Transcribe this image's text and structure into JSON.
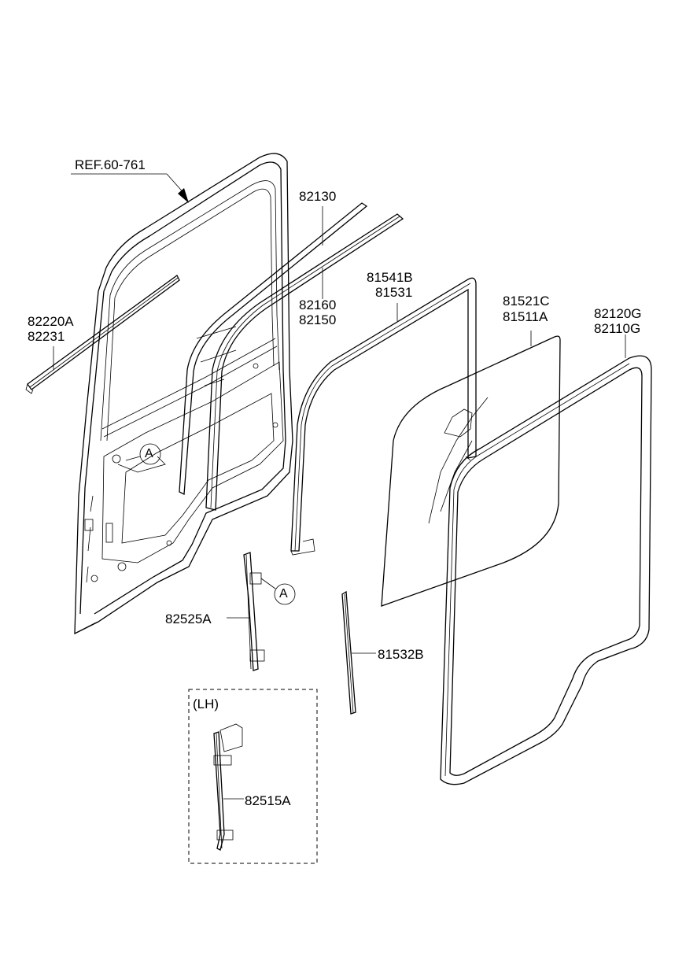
{
  "callouts": {
    "ref": "REF.60-761",
    "p82130": "82130",
    "p82160": "82160",
    "p82150": "82150",
    "p81541B": "81541B",
    "p81531": "81531",
    "p81521C": "81521C",
    "p81511A": "81511A",
    "p82120G": "82120G",
    "p82110G": "82110G",
    "p82220A": "82220A",
    "p82231": "82231",
    "p82525A": "82525A",
    "p81532B": "81532B",
    "p82515A": "82515A"
  },
  "markers": {
    "detail_a_1": "A",
    "detail_a_2": "A"
  },
  "inset": {
    "label": "(LH)"
  }
}
